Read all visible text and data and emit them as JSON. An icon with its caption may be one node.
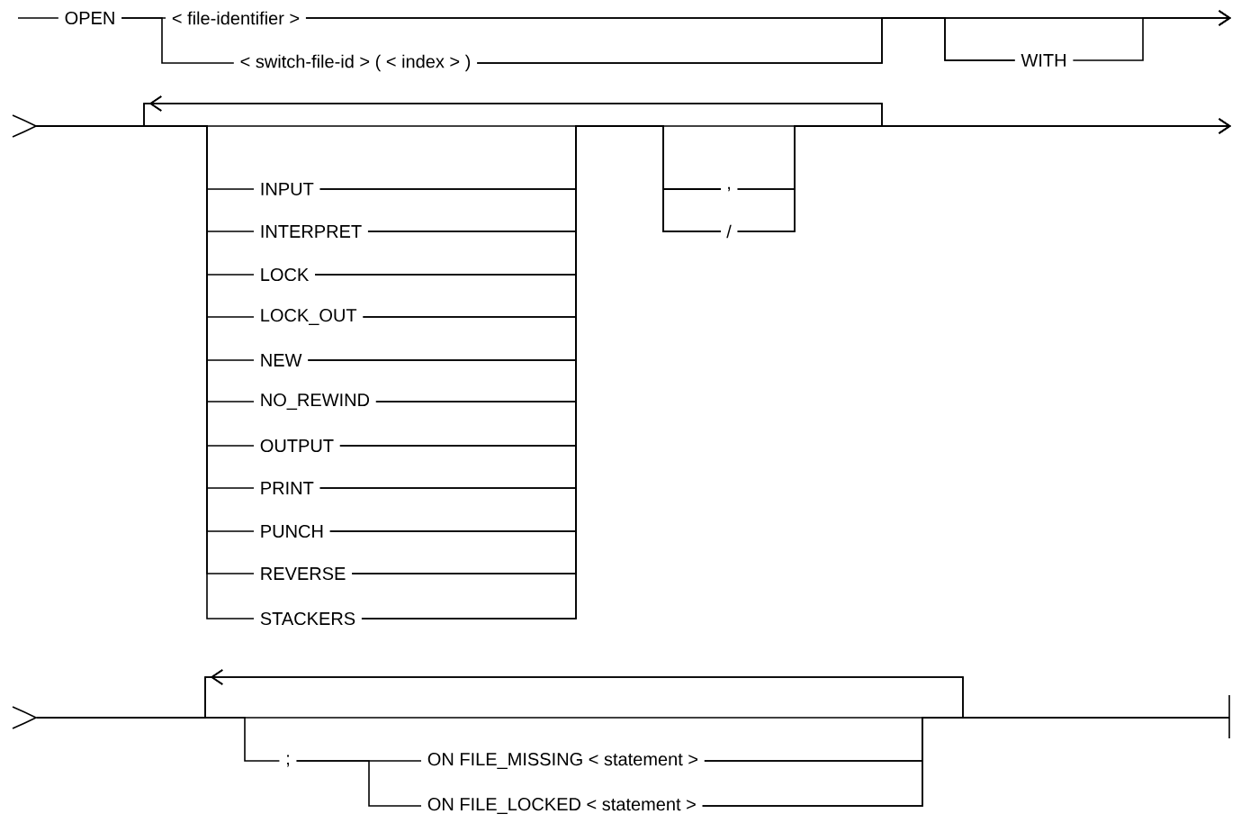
{
  "diagram": {
    "nodes": [
      {
        "text": [
          "OPEN"
        ]
      },
      {
        "text": [
          "< file-identifier >"
        ]
      },
      {
        "text": [
          "< switch-file-id > ( < index > )"
        ]
      },
      {
        "text": [
          "WITH"
        ]
      },
      {
        "text": [
          "INPUT"
        ]
      },
      {
        "text": [
          "INTERPRET"
        ]
      },
      {
        "text": [
          "LOCK"
        ]
      },
      {
        "text": [
          "LOCK_OUT"
        ]
      },
      {
        "text": [
          "NEW"
        ]
      },
      {
        "text": [
          "NO_REWIND"
        ]
      },
      {
        "text": [
          "OUTPUT"
        ]
      },
      {
        "text": [
          "PRINT"
        ]
      },
      {
        "text": [
          "PUNCH"
        ]
      },
      {
        "text": [
          "REVERSE"
        ]
      },
      {
        "text": [
          "STACKERS"
        ]
      },
      {
        "text": [
          ","
        ]
      },
      {
        "text": [
          "/"
        ]
      },
      {
        "text": [
          ";"
        ]
      },
      {
        "text": [
          "ON FILE_MISSING < statement >"
        ]
      },
      {
        "text": [
          "ON FILE_LOCKED < statement >"
        ]
      },
      {
        "text": [],
        "shape": "chevron"
      },
      {
        "text": [],
        "shape": "chevron"
      }
    ],
    "edges": [
      {
        "from": null,
        "to": 0,
        "arrow": "none"
      },
      {
        "from": 0,
        "to": 1,
        "arrow": "none"
      },
      {
        "from": 0,
        "to": 2,
        "arrow": "none"
      },
      {
        "from": 1,
        "to": 3,
        "arrow": "none"
      },
      {
        "from": 2,
        "to": 3,
        "arrow": "none"
      },
      {
        "from": 1,
        "to": null,
        "arrow": "to"
      },
      {
        "from": 2,
        "to": null,
        "arrow": "to"
      },
      {
        "from": 3,
        "to": null,
        "arrow": "to"
      },
      {
        "from": 20,
        "to": 4,
        "arrow": "none"
      },
      {
        "from": 20,
        "to": 5,
        "arrow": "none"
      },
      {
        "from": 20,
        "to": 6,
        "arrow": "none"
      },
      {
        "from": 20,
        "to": 7,
        "arrow": "none"
      },
      {
        "from": 20,
        "to": 8,
        "arrow": "none"
      },
      {
        "from": 20,
        "to": 9,
        "arrow": "none"
      },
      {
        "from": 20,
        "to": 10,
        "arrow": "none"
      },
      {
        "from": 20,
        "to": 11,
        "arrow": "none"
      },
      {
        "from": 20,
        "to": 12,
        "arrow": "none"
      },
      {
        "from": 20,
        "to": 13,
        "arrow": "none"
      },
      {
        "from": 20,
        "to": 14,
        "arrow": "none"
      },
      {
        "from": 4,
        "to": 15,
        "arrow": "none"
      },
      {
        "from": 5,
        "to": 15,
        "arrow": "none"
      },
      {
        "from": 6,
        "to": 15,
        "arrow": "none"
      },
      {
        "from": 7,
        "to": 15,
        "arrow": "none"
      },
      {
        "from": 8,
        "to": 15,
        "arrow": "none"
      },
      {
        "from": 9,
        "to": 15,
        "arrow": "none"
      },
      {
        "from": 10,
        "to": 15,
        "arrow": "none"
      },
      {
        "from": 11,
        "to": 15,
        "arrow": "none"
      },
      {
        "from": 12,
        "to": 15,
        "arrow": "none"
      },
      {
        "from": 13,
        "to": 15,
        "arrow": "none"
      },
      {
        "from": 14,
        "to": 15,
        "arrow": "none"
      },
      {
        "from": 4,
        "to": 16,
        "arrow": "none"
      },
      {
        "from": 5,
        "to": 16,
        "arrow": "none"
      },
      {
        "from": 6,
        "to": 16,
        "arrow": "none"
      },
      {
        "from": 7,
        "to": 16,
        "arrow": "none"
      },
      {
        "from": 8,
        "to": 16,
        "arrow": "none"
      },
      {
        "from": 9,
        "to": 16,
        "arrow": "none"
      },
      {
        "from": 10,
        "to": 16,
        "arrow": "none"
      },
      {
        "from": 11,
        "to": 16,
        "arrow": "none"
      },
      {
        "from": 12,
        "to": 16,
        "arrow": "none"
      },
      {
        "from": 13,
        "to": 16,
        "arrow": "none"
      },
      {
        "from": 14,
        "to": 16,
        "arrow": "none"
      },
      {
        "from": 15,
        "to": null,
        "arrow": "to"
      },
      {
        "from": 16,
        "to": null,
        "arrow": "to"
      },
      {
        "from": 20,
        "to": null,
        "arrow": "to"
      },
      {
        "from": 15,
        "to": 20,
        "arrow": "to"
      },
      {
        "from": 16,
        "to": 20,
        "arrow": "to"
      },
      {
        "from": 21,
        "to": 17,
        "arrow": "none"
      },
      {
        "from": 17,
        "to": 18,
        "arrow": "none"
      },
      {
        "from": 17,
        "to": 19,
        "arrow": "none"
      },
      {
        "from": 18,
        "to": null,
        "arrow": "none"
      },
      {
        "from": 19,
        "to": null,
        "arrow": "none"
      },
      {
        "from": 21,
        "to": null,
        "arrow": "none"
      },
      {
        "from": 18,
        "to": 21,
        "arrow": "to"
      },
      {
        "from": 19,
        "to": 21,
        "arrow": "to"
      }
    ]
  }
}
